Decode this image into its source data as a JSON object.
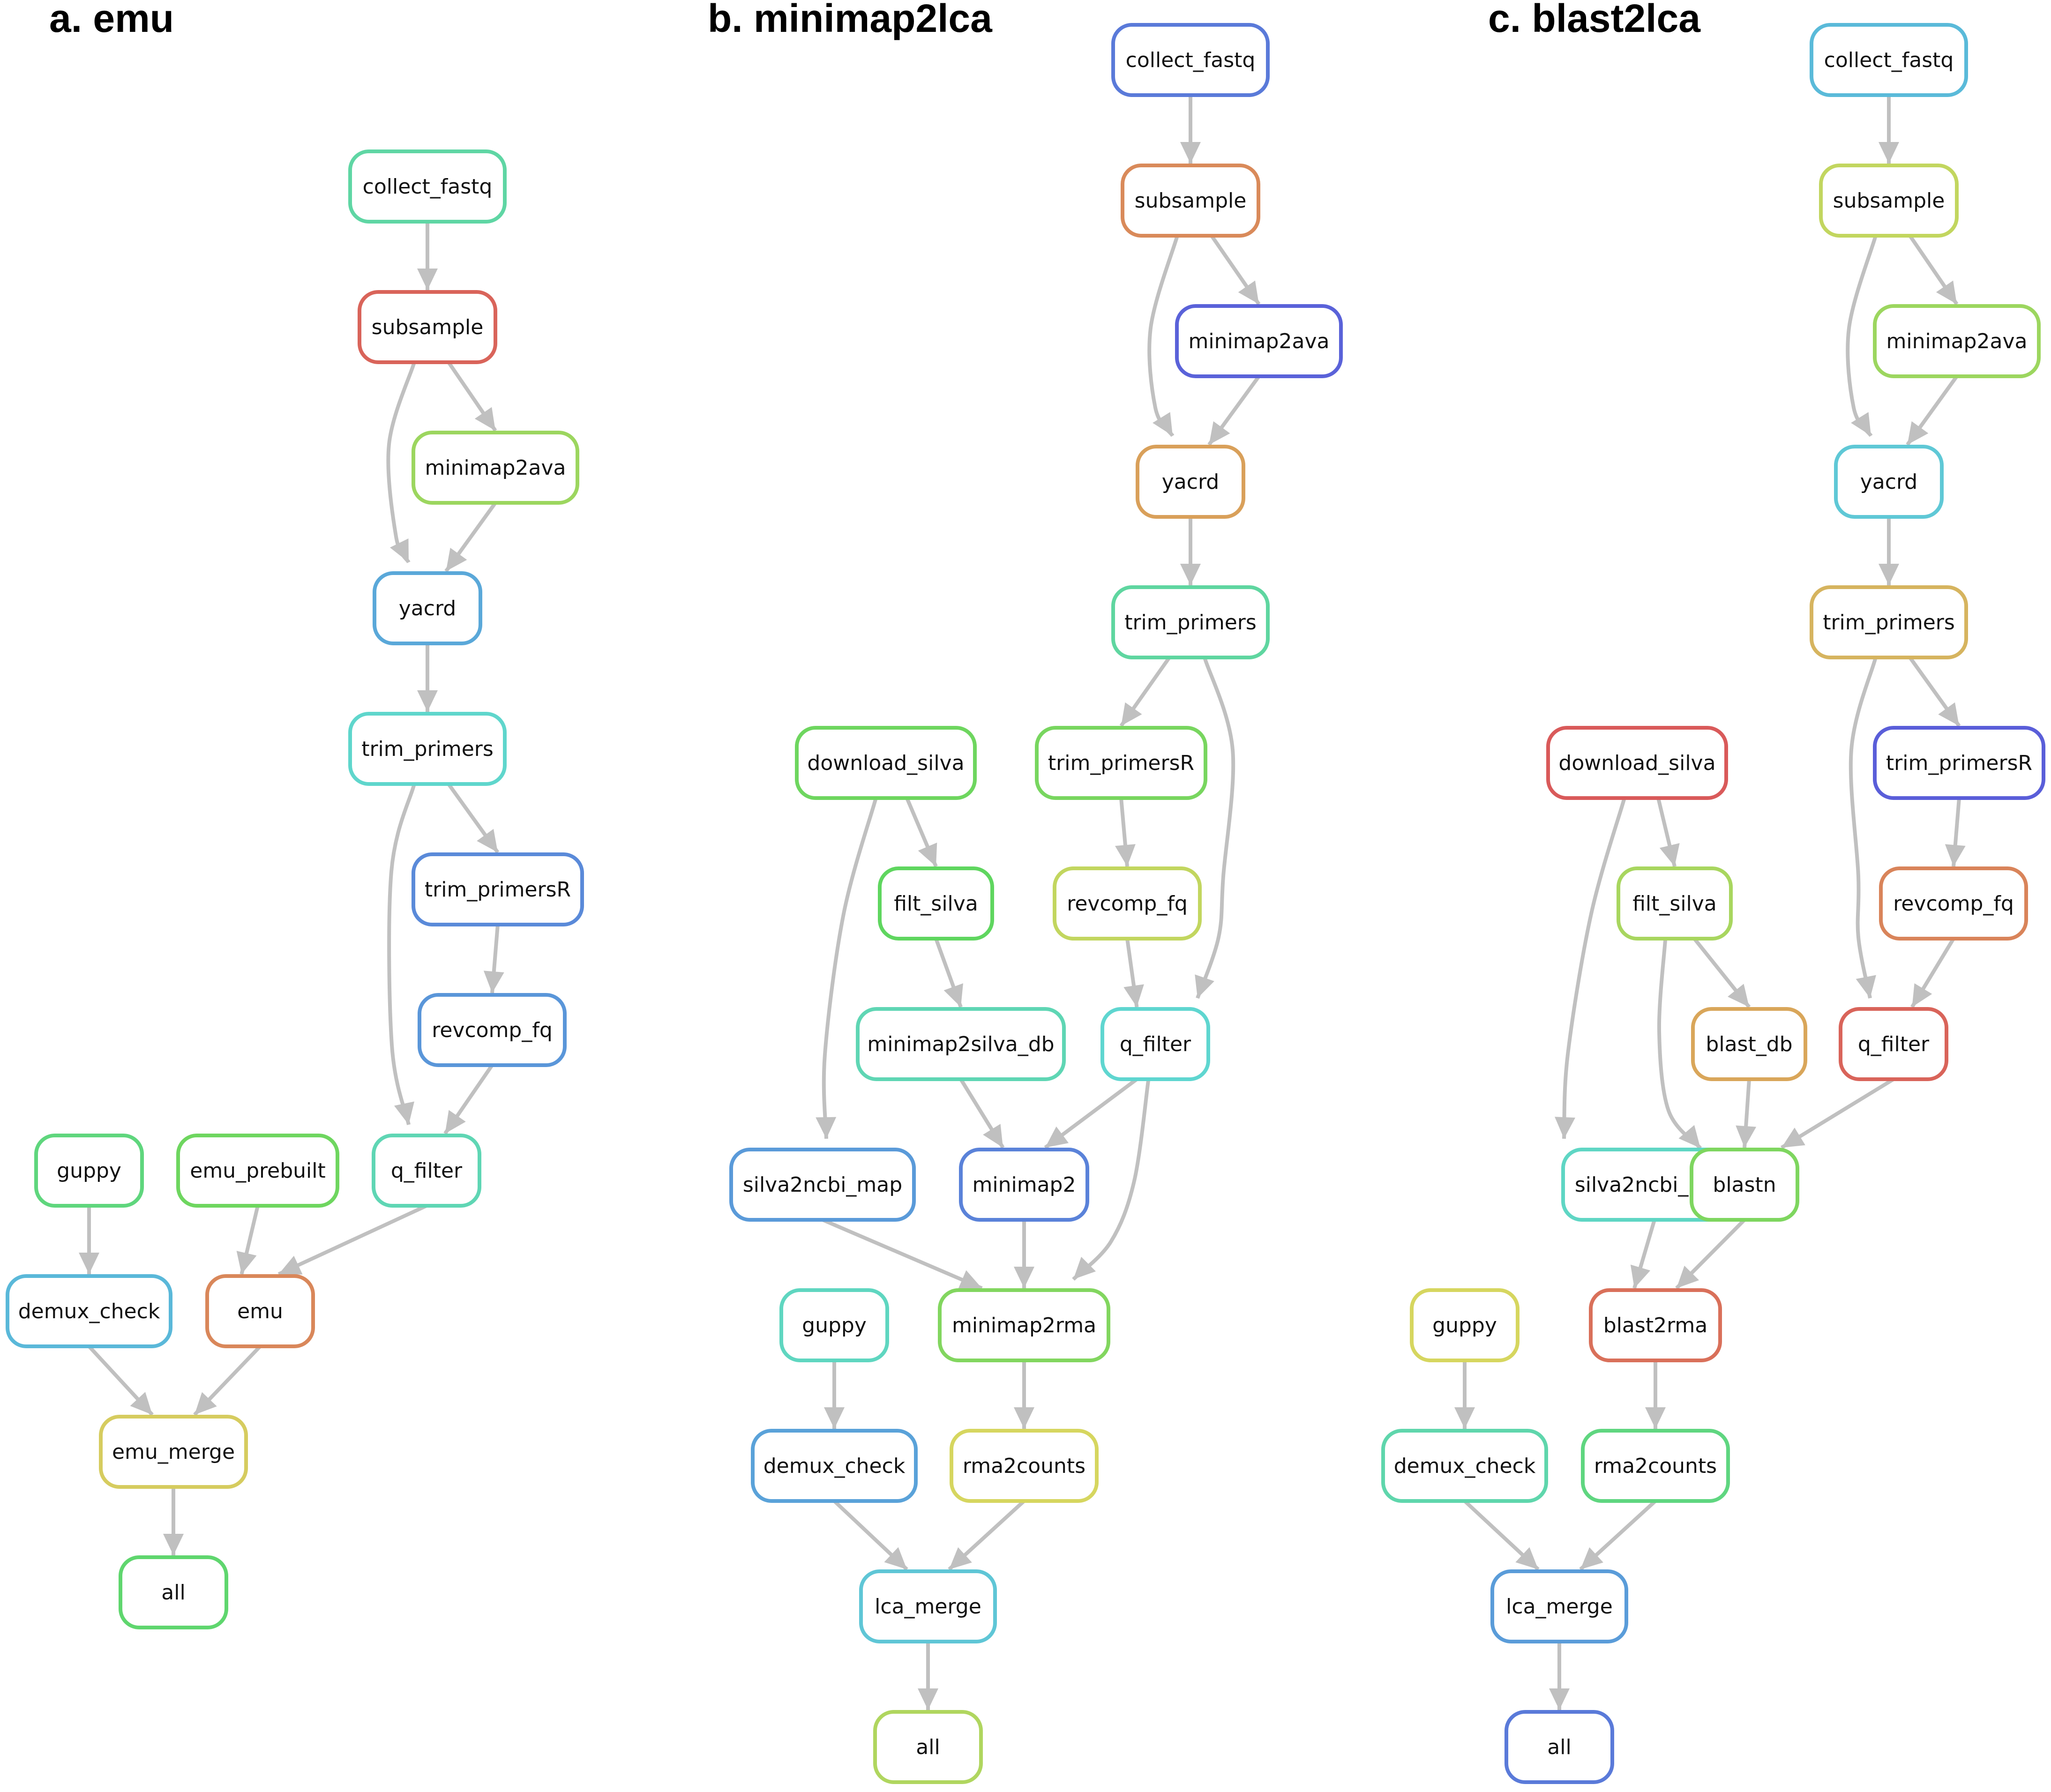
{
  "panels": [
    {
      "title": "a. emu",
      "nodes": [
        {
          "id": "collect_fastq",
          "label": "collect_fastq",
          "color": "#5fd6a4"
        },
        {
          "id": "subsample",
          "label": "subsample",
          "color": "#d9645a"
        },
        {
          "id": "minimap2ava",
          "label": "minimap2ava",
          "color": "#9cd65f"
        },
        {
          "id": "yacrd",
          "label": "yacrd",
          "color": "#5aa8d9"
        },
        {
          "id": "trim_primers",
          "label": "trim_primers",
          "color": "#5fd6cc"
        },
        {
          "id": "trim_primersR",
          "label": "trim_primersR",
          "color": "#5a8ad9"
        },
        {
          "id": "revcomp_fq",
          "label": "revcomp_fq",
          "color": "#5a96d9"
        },
        {
          "id": "q_filter",
          "label": "q_filter",
          "color": "#5fd6b4"
        },
        {
          "id": "guppy",
          "label": "guppy",
          "color": "#5fd67d"
        },
        {
          "id": "emu_prebuilt",
          "label": "emu_prebuilt",
          "color": "#6ed65f"
        },
        {
          "id": "demux_check",
          "label": "demux_check",
          "color": "#5ab8d9"
        },
        {
          "id": "emu",
          "label": "emu",
          "color": "#d9875a"
        },
        {
          "id": "emu_merge",
          "label": "emu_merge",
          "color": "#d6cc5f"
        },
        {
          "id": "all",
          "label": "all",
          "color": "#5fd66e"
        }
      ],
      "edges": [
        [
          "collect_fastq",
          "subsample"
        ],
        [
          "subsample",
          "minimap2ava"
        ],
        [
          "subsample",
          "yacrd"
        ],
        [
          "minimap2ava",
          "yacrd"
        ],
        [
          "yacrd",
          "trim_primers"
        ],
        [
          "trim_primers",
          "trim_primersR"
        ],
        [
          "trim_primers",
          "q_filter"
        ],
        [
          "trim_primersR",
          "revcomp_fq"
        ],
        [
          "revcomp_fq",
          "q_filter"
        ],
        [
          "guppy",
          "demux_check"
        ],
        [
          "emu_prebuilt",
          "emu"
        ],
        [
          "q_filter",
          "emu"
        ],
        [
          "demux_check",
          "emu_merge"
        ],
        [
          "emu",
          "emu_merge"
        ],
        [
          "emu_merge",
          "all"
        ]
      ]
    },
    {
      "title": "b. minimap2lca",
      "nodes": [
        {
          "id": "collect_fastq",
          "label": "collect_fastq",
          "color": "#5a7ad9"
        },
        {
          "id": "subsample",
          "label": "subsample",
          "color": "#d98a5a"
        },
        {
          "id": "minimap2ava",
          "label": "minimap2ava",
          "color": "#5a62d9"
        },
        {
          "id": "yacrd",
          "label": "yacrd",
          "color": "#d9a05a"
        },
        {
          "id": "trim_primers",
          "label": "trim_primers",
          "color": "#5fd6a0"
        },
        {
          "id": "download_silva",
          "label": "download_silva",
          "color": "#6ed65f"
        },
        {
          "id": "trim_primersR",
          "label": "trim_primersR",
          "color": "#78d65f"
        },
        {
          "id": "filt_silva",
          "label": "filt_silva",
          "color": "#5fd65f"
        },
        {
          "id": "revcomp_fq",
          "label": "revcomp_fq",
          "color": "#c2d65f"
        },
        {
          "id": "minimap2silva_db",
          "label": "minimap2silva_db",
          "color": "#5fd6b4"
        },
        {
          "id": "q_filter",
          "label": "q_filter",
          "color": "#5fd6d0"
        },
        {
          "id": "silva2ncbi_map",
          "label": "silva2ncbi_map",
          "color": "#5a9ad9"
        },
        {
          "id": "minimap2",
          "label": "minimap2",
          "color": "#5a82d9"
        },
        {
          "id": "guppy",
          "label": "guppy",
          "color": "#5fd6c0"
        },
        {
          "id": "minimap2rma",
          "label": "minimap2rma",
          "color": "#82d65f"
        },
        {
          "id": "demux_check",
          "label": "demux_check",
          "color": "#5aa2d9"
        },
        {
          "id": "rma2counts",
          "label": "rma2counts",
          "color": "#d6d65f"
        },
        {
          "id": "lca_merge",
          "label": "lca_merge",
          "color": "#5fc6d6"
        },
        {
          "id": "all",
          "label": "all",
          "color": "#b0d65f"
        }
      ],
      "edges": [
        [
          "collect_fastq",
          "subsample"
        ],
        [
          "subsample",
          "minimap2ava"
        ],
        [
          "subsample",
          "yacrd"
        ],
        [
          "minimap2ava",
          "yacrd"
        ],
        [
          "yacrd",
          "trim_primers"
        ],
        [
          "trim_primers",
          "trim_primersR"
        ],
        [
          "trim_primers",
          "q_filter"
        ],
        [
          "download_silva",
          "filt_silva"
        ],
        [
          "download_silva",
          "silva2ncbi_map"
        ],
        [
          "trim_primersR",
          "revcomp_fq"
        ],
        [
          "filt_silva",
          "minimap2silva_db"
        ],
        [
          "revcomp_fq",
          "q_filter"
        ],
        [
          "minimap2silva_db",
          "minimap2"
        ],
        [
          "q_filter",
          "minimap2"
        ],
        [
          "q_filter",
          "minimap2rma"
        ],
        [
          "silva2ncbi_map",
          "minimap2rma"
        ],
        [
          "minimap2",
          "minimap2rma"
        ],
        [
          "guppy",
          "demux_check"
        ],
        [
          "minimap2rma",
          "rma2counts"
        ],
        [
          "demux_check",
          "lca_merge"
        ],
        [
          "rma2counts",
          "lca_merge"
        ],
        [
          "lca_merge",
          "all"
        ]
      ]
    },
    {
      "title": "c. blast2lca",
      "nodes": [
        {
          "id": "collect_fastq",
          "label": "collect_fastq",
          "color": "#5abad9"
        },
        {
          "id": "subsample",
          "label": "subsample",
          "color": "#c2d65f"
        },
        {
          "id": "minimap2ava",
          "label": "minimap2ava",
          "color": "#9cd65f"
        },
        {
          "id": "yacrd",
          "label": "yacrd",
          "color": "#5fc8d6"
        },
        {
          "id": "trim_primers",
          "label": "trim_primers",
          "color": "#d6b45f"
        },
        {
          "id": "download_silva",
          "label": "download_silva",
          "color": "#d95a5a"
        },
        {
          "id": "trim_primersR",
          "label": "trim_primersR",
          "color": "#5a5ed9"
        },
        {
          "id": "filt_silva",
          "label": "filt_silva",
          "color": "#a8d65f"
        },
        {
          "id": "revcomp_fq",
          "label": "revcomp_fq",
          "color": "#d9845a"
        },
        {
          "id": "blast_db",
          "label": "blast_db",
          "color": "#d9a65a"
        },
        {
          "id": "q_filter",
          "label": "q_filter",
          "color": "#d9645a"
        },
        {
          "id": "silva2ncbi_map",
          "label": "silva2ncbi_map",
          "color": "#5fd6c4"
        },
        {
          "id": "blastn",
          "label": "blastn",
          "color": "#7ed65f"
        },
        {
          "id": "guppy",
          "label": "guppy",
          "color": "#d6d65f"
        },
        {
          "id": "blast2rma",
          "label": "blast2rma",
          "color": "#d9705a"
        },
        {
          "id": "demux_check",
          "label": "demux_check",
          "color": "#5fd6ac"
        },
        {
          "id": "rma2counts",
          "label": "rma2counts",
          "color": "#5fd680"
        },
        {
          "id": "lca_merge",
          "label": "lca_merge",
          "color": "#5a9cd9"
        },
        {
          "id": "all",
          "label": "all",
          "color": "#5a7ad9"
        }
      ],
      "edges": [
        [
          "collect_fastq",
          "subsample"
        ],
        [
          "subsample",
          "minimap2ava"
        ],
        [
          "subsample",
          "yacrd"
        ],
        [
          "minimap2ava",
          "yacrd"
        ],
        [
          "yacrd",
          "trim_primers"
        ],
        [
          "trim_primers",
          "trim_primersR"
        ],
        [
          "trim_primers",
          "q_filter"
        ],
        [
          "download_silva",
          "filt_silva"
        ],
        [
          "download_silva",
          "silva2ncbi_map"
        ],
        [
          "trim_primersR",
          "revcomp_fq"
        ],
        [
          "filt_silva",
          "blast_db"
        ],
        [
          "filt_silva",
          "blastn"
        ],
        [
          "revcomp_fq",
          "q_filter"
        ],
        [
          "blast_db",
          "blastn"
        ],
        [
          "q_filter",
          "blastn"
        ],
        [
          "silva2ncbi_map",
          "blast2rma"
        ],
        [
          "blastn",
          "blast2rma"
        ],
        [
          "guppy",
          "demux_check"
        ],
        [
          "blast2rma",
          "rma2counts"
        ],
        [
          "demux_check",
          "lca_merge"
        ],
        [
          "rma2counts",
          "lca_merge"
        ],
        [
          "lca_merge",
          "all"
        ]
      ]
    }
  ]
}
